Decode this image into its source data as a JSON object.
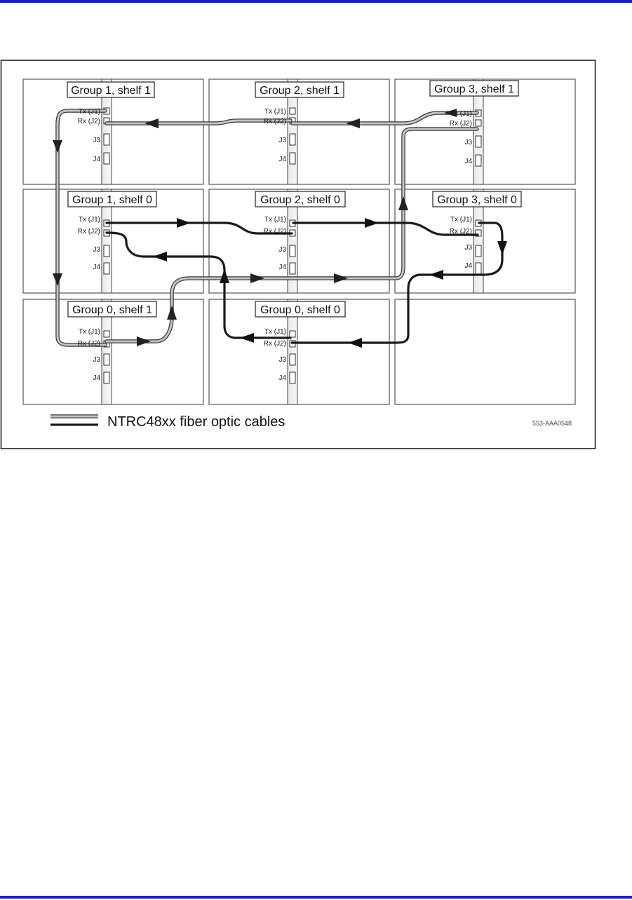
{
  "figure": {
    "shelves": [
      {
        "label": "Group 1, shelf 1"
      },
      {
        "label": "Group 2, shelf 1"
      },
      {
        "label": "Group 3, shelf 1"
      },
      {
        "label": "Group 1, shelf 0"
      },
      {
        "label": "Group 2, shelf 0"
      },
      {
        "label": "Group 3, shelf 0"
      },
      {
        "label": "Group 0, shelf 1"
      },
      {
        "label": "Group 0, shelf 0"
      },
      {
        "label": ""
      }
    ],
    "ports": {
      "tx": "Tx (J1)",
      "rx": "Rx (J2)",
      "j3": "J3",
      "j4": "J4"
    },
    "legend": "NTRC48xx fiber optic cables",
    "reference": "553-AAA0548"
  },
  "colors": {
    "page_rule": "#1a1ad4",
    "frame": "#111111",
    "shelf_border": "#555555",
    "cable_gray": "#b8b8b8",
    "cable_outline": "#3a3a3a",
    "cable_black": "#1a1a1a"
  }
}
